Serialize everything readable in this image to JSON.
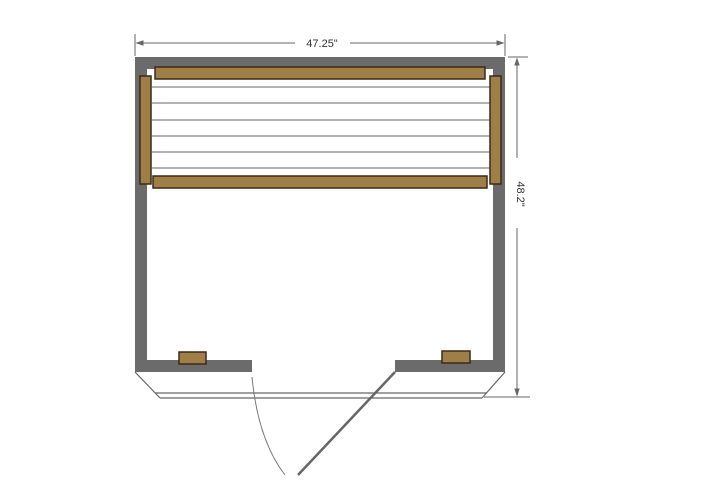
{
  "dimensions": {
    "width_label": "47.25\"",
    "depth_label": "48.2\""
  },
  "colors": {
    "wall": "#6b6b6b",
    "bench_wood": "#a07f47",
    "wood_outline": "#3a2a1a",
    "line": "#555555"
  },
  "bench_slat_count": 6
}
